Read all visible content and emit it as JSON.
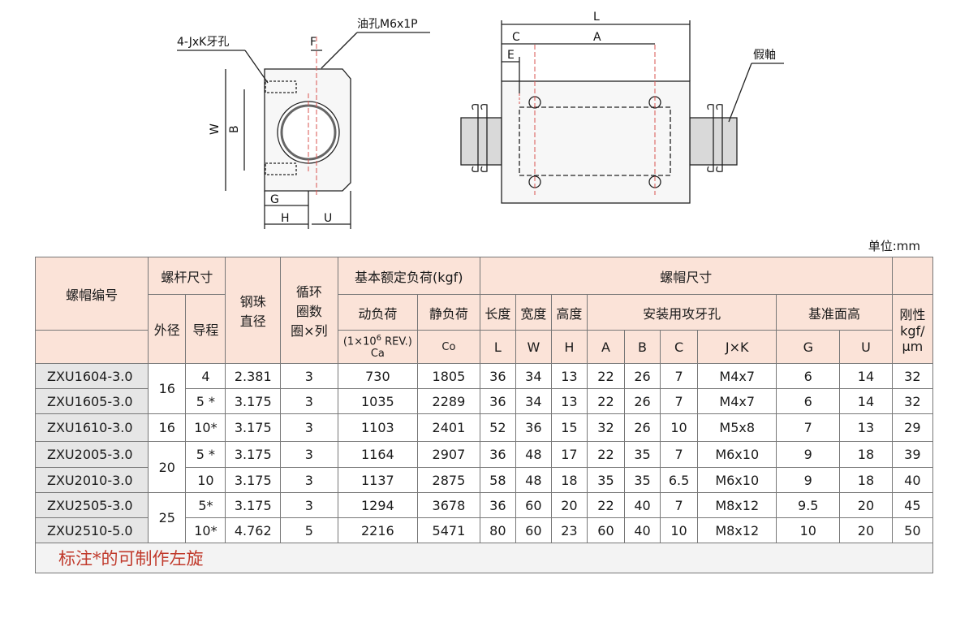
{
  "drawing": {
    "labels": {
      "tap_holes": "4-JxK牙孔",
      "oil_hole": "油孔M6x1P",
      "F": "F",
      "W": "W",
      "B": "B",
      "G": "G",
      "H": "H",
      "U": "U",
      "L": "L",
      "C": "C",
      "A": "A",
      "E": "E",
      "dummy_shaft": "假軸"
    }
  },
  "unit_label": "单位:mm",
  "table": {
    "headers": {
      "model": "螺帽编号",
      "screw_size": "螺杆尺寸",
      "outer_dia": "外径",
      "lead": "导程",
      "ball_dia_1": "钢珠",
      "ball_dia_2": "直径",
      "circuit_1": "循环",
      "circuit_2": "圈数",
      "circuit_3": "圈×列",
      "basic_load": "基本额定负荷(kgf)",
      "dynamic_load": "动负荷",
      "dynamic_sub_pre": "(1×10",
      "dynamic_sub_exp": "6",
      "dynamic_sub_post": " REV.)",
      "dynamic_sym": "Ca",
      "static_load": "静负荷",
      "static_sym": "Co",
      "nut_size": "螺帽尺寸",
      "length": "长度",
      "width": "宽度",
      "height": "高度",
      "mount_holes": "安装用攻牙孔",
      "ref_height": "基准面高",
      "stiffness_1": "刚性",
      "stiffness_2": "kgf/",
      "stiffness_3": "μm",
      "L": "L",
      "W": "W",
      "H": "H",
      "A": "A",
      "B": "B",
      "C": "C",
      "JxK": "J×K",
      "G": "G",
      "U": "U"
    },
    "rows": [
      {
        "model": "ZXU1604-3.0",
        "outer": "16",
        "lead": "4",
        "ball": "2.381",
        "circ": "3",
        "ca": "730",
        "co": "1805",
        "L": "36",
        "W": "34",
        "H": "13",
        "A": "22",
        "B": "26",
        "C": "7",
        "JK": "M4x7",
        "G": "6",
        "U": "14",
        "k": "32"
      },
      {
        "model": "ZXU1605-3.0",
        "outer": "",
        "lead": "5 *",
        "ball": "3.175",
        "circ": "3",
        "ca": "1035",
        "co": "2289",
        "L": "36",
        "W": "34",
        "H": "13",
        "A": "22",
        "B": "26",
        "C": "7",
        "JK": "M4x7",
        "G": "6",
        "U": "14",
        "k": "32"
      },
      {
        "model": "ZXU1610-3.0",
        "outer": "16",
        "lead": "10*",
        "ball": "3.175",
        "circ": "3",
        "ca": "1103",
        "co": "2401",
        "L": "52",
        "W": "36",
        "H": "15",
        "A": "32",
        "B": "26",
        "C": "10",
        "JK": "M5x8",
        "G": "7",
        "U": "13",
        "k": "29"
      },
      {
        "model": "ZXU2005-3.0",
        "outer": "20",
        "lead": "5 *",
        "ball": "3.175",
        "circ": "3",
        "ca": "1164",
        "co": "2907",
        "L": "36",
        "W": "48",
        "H": "17",
        "A": "22",
        "B": "35",
        "C": "7",
        "JK": "M6x10",
        "G": "9",
        "U": "18",
        "k": "39"
      },
      {
        "model": "ZXU2010-3.0",
        "outer": "",
        "lead": "10",
        "ball": "3.175",
        "circ": "3",
        "ca": "1137",
        "co": "2875",
        "L": "58",
        "W": "48",
        "H": "18",
        "A": "35",
        "B": "35",
        "C": "6.5",
        "JK": "M6x10",
        "G": "9",
        "U": "18",
        "k": "40"
      },
      {
        "model": "ZXU2505-3.0",
        "outer": "25",
        "lead": "5*",
        "ball": "3.175",
        "circ": "3",
        "ca": "1294",
        "co": "3678",
        "L": "36",
        "W": "60",
        "H": "20",
        "A": "22",
        "B": "40",
        "C": "7",
        "JK": "M8x12",
        "G": "9.5",
        "U": "20",
        "k": "45"
      },
      {
        "model": "ZXU2510-5.0",
        "outer": "",
        "lead": "10*",
        "ball": "4.762",
        "circ": "5",
        "ca": "2216",
        "co": "5471",
        "L": "80",
        "W": "60",
        "H": "23",
        "A": "60",
        "B": "40",
        "C": "10",
        "JK": "M8x12",
        "G": "10",
        "U": "20",
        "k": "50"
      }
    ],
    "note": "标注*的可制作左旋"
  }
}
